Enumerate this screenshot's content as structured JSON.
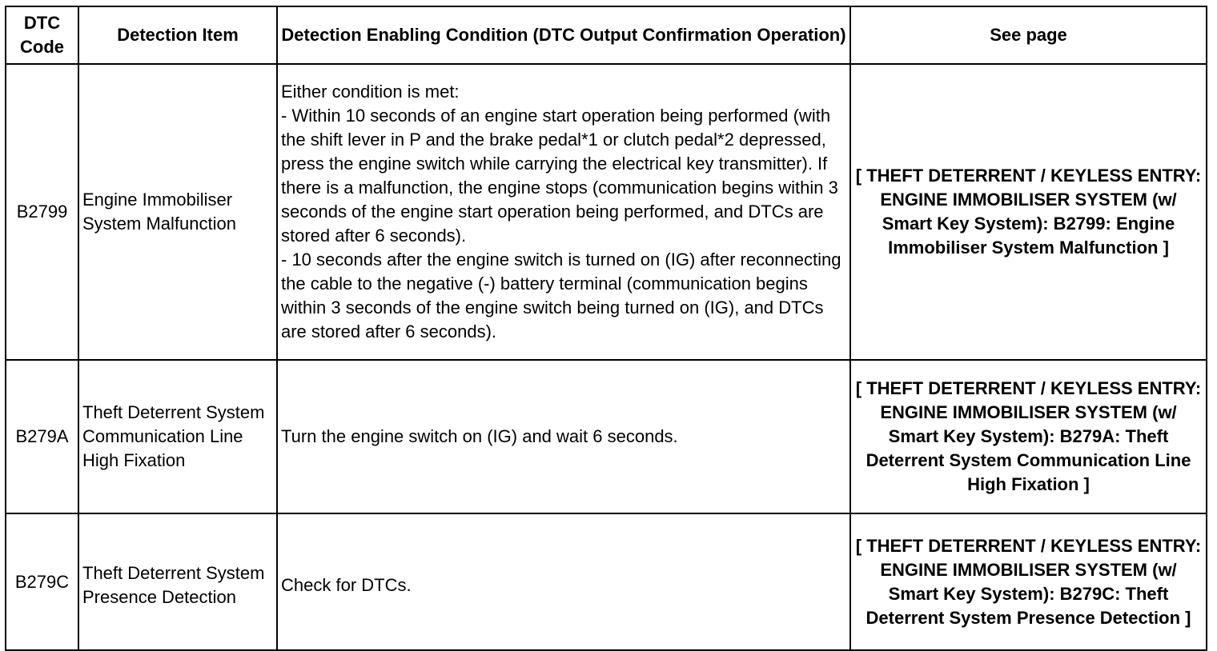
{
  "table": {
    "headers": {
      "code": "DTC Code",
      "item": "Detection Item",
      "condition": "Detection Enabling Condition (DTC Output Confirmation Operation)",
      "page": "See page"
    },
    "rows": [
      {
        "code": "B2799",
        "item": "Engine Immobiliser System Malfunction",
        "condition": "Either condition is met:\n- Within 10 seconds of an engine start operation being performed (with the shift lever in P and the brake pedal*1 or clutch pedal*2 depressed, press the engine switch while carrying the electrical key transmitter). If there is a malfunction, the engine stops (communication begins within 3 seconds of the engine start operation being performed, and DTCs are stored after 6 seconds).\n- 10 seconds after the engine switch is turned on (IG) after reconnecting the cable to the negative (-) battery terminal (communication begins within 3 seconds of the engine switch being turned on (IG), and DTCs are stored after 6 seconds).",
        "page": "[ THEFT DETERRENT / KEYLESS ENTRY: ENGINE IMMOBILISER SYSTEM (w/ Smart Key System): B2799: Engine Immobiliser System Malfunction ]"
      },
      {
        "code": "B279A",
        "item": "Theft Deterrent System Communication Line High Fixation",
        "condition": "Turn the engine switch on (IG) and wait 6 seconds.",
        "page": "[ THEFT DETERRENT / KEYLESS ENTRY: ENGINE IMMOBILISER SYSTEM (w/ Smart Key System): B279A: Theft Deterrent System Communication Line High Fixation ]"
      },
      {
        "code": "B279C",
        "item": "Theft Deterrent System Presence Detection",
        "condition": "Check for DTCs.",
        "page": "[ THEFT DETERRENT / KEYLESS ENTRY: ENGINE IMMOBILISER SYSTEM (w/ Smart Key System): B279C: Theft Deterrent System Presence Detection ]"
      }
    ]
  }
}
